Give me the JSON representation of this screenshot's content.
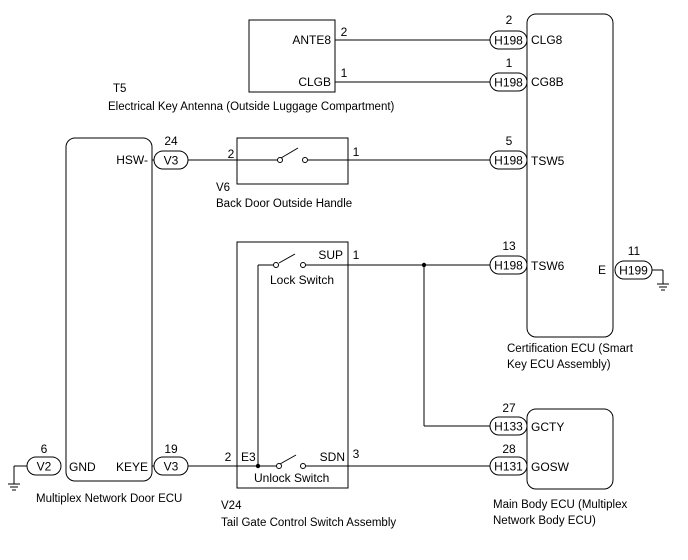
{
  "components": {
    "antenna": {
      "id": "T5",
      "name": "Electrical Key Antenna (Outside Luggage Compartment)",
      "pin_ante8": "ANTE8",
      "pin_clgb": "CLGB"
    },
    "door_ecu": {
      "name": "Multiplex Network Door ECU",
      "pin_hsw": "HSW-",
      "pin_gnd": "GND",
      "pin_keye": "KEYE"
    },
    "handle": {
      "id": "V6",
      "name": "Back Door Outside Handle"
    },
    "tailgate": {
      "id": "V24",
      "name": "Tail Gate Control Switch Assembly",
      "pin_sup": "SUP",
      "pin_sdn": "SDN",
      "pin_e3": "E3",
      "lock": "Lock Switch",
      "unlock": "Unlock Switch"
    },
    "cert_ecu": {
      "name_line1": "Certification ECU (Smart",
      "name_line2": "Key ECU Assembly)",
      "pin_clg8": "CLG8",
      "pin_cg8b": "CG8B",
      "pin_tsw5": "TSW5",
      "pin_tsw6": "TSW6",
      "pin_e": "E"
    },
    "body_ecu": {
      "name_line1": "Main Body ECU (Multiplex",
      "name_line2": "Network Body ECU)",
      "pin_gcty": "GCTY",
      "pin_gosw": "GOSW"
    }
  },
  "connectors": {
    "h198": "H198",
    "h199": "H199",
    "h133": "H133",
    "h131": "H131",
    "v2": "V2",
    "v3": "V3"
  },
  "pins": {
    "ante8": "2",
    "clgb": "1",
    "clg8": "2",
    "cg8b": "1",
    "tsw5": "5",
    "tsw6": "13",
    "e": "11",
    "hsw": "24",
    "handle_in": "2",
    "handle_out": "1",
    "sup": "1",
    "e3": "2",
    "sdn": "3",
    "gnd": "6",
    "keye": "19",
    "gcty": "27",
    "gosw": "28"
  }
}
